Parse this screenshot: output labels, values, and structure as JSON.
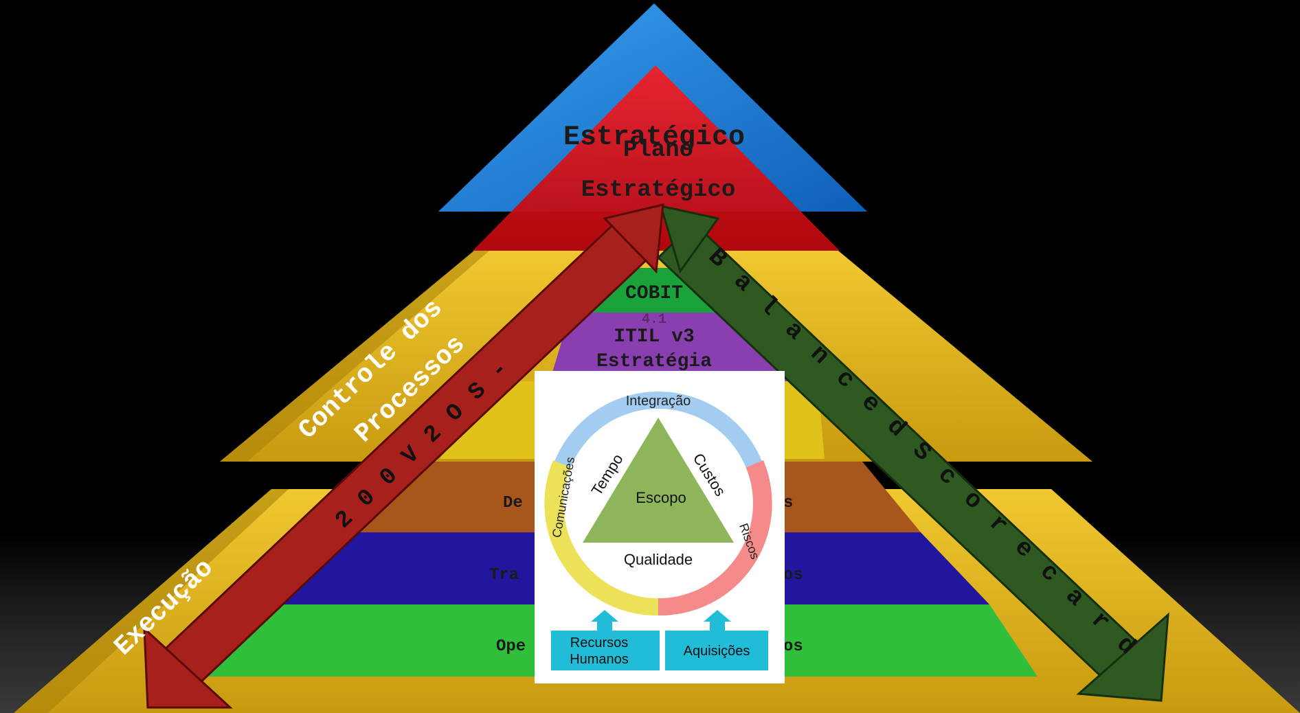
{
  "diagram": {
    "top_tier": "Estratégico",
    "plan_tier": [
      "Plano",
      "Estratégico"
    ],
    "cobit_band": "COBIT",
    "cobit_subtitle": "4.1",
    "itil_band": [
      "ITIL v3",
      "Estratégia"
    ],
    "band_design": "De",
    "band_design_tail": "s",
    "band_transition": "Tra",
    "band_transition_tail": "os",
    "band_operation": "Ope",
    "band_operation_tail": "os",
    "left_label_upper": [
      "Controle dos",
      "Processos"
    ],
    "left_label_lower": "Execução",
    "red_arrow_label": "2 0 0 V 2  O S -",
    "green_arrow_label": "B a l a n c e d   S c o r e c a r d",
    "pmbok": {
      "ring_top": "Integração",
      "ring_left": "Comunicações",
      "ring_right": "Riscos",
      "triangle_left": "Tempo",
      "triangle_right": "Custos",
      "triangle_center": "Escopo",
      "triangle_bottom": "Qualidade",
      "box_left": [
        "Recursos",
        "Humanos"
      ],
      "box_right": "Aquisições"
    },
    "colors": {
      "blue_tier": "#1a7fd4",
      "red_tier": "#e0101a",
      "gold_tier": "#e0b81a",
      "green_band": "#1aa33a",
      "purple_band": "#8a3fb0",
      "brown_band": "#a8561c",
      "navy_band": "#22169e",
      "bright_green_band": "#2fbf3a",
      "red_arrow": "#a8201c",
      "green_arrow": "#2e5a22",
      "ring_blue": "#a3cdf0",
      "ring_yellow": "#ece25a",
      "ring_pink": "#f58a8a",
      "triangle_green": "#8db55a",
      "box_cyan": "#20bcd8"
    }
  }
}
